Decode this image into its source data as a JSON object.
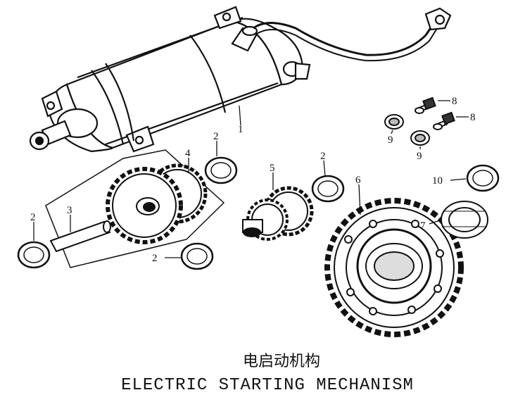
{
  "diagram": {
    "title_zh": "电启动机构",
    "title_en": "ELECTRIC STARTING MECHANISM",
    "callouts": {
      "c1": "1",
      "c2a": "2",
      "c2b": "2",
      "c2c": "2",
      "c2d": "2",
      "c3": "3",
      "c4": "4",
      "c5": "5",
      "c6": "6",
      "c7": "7",
      "c8a": "8",
      "c8b": "8",
      "c9a": "9",
      "c9b": "9",
      "c10": "10"
    }
  },
  "colors": {
    "ink": "#111111",
    "paper": "#ffffff",
    "shade": "#555555"
  }
}
